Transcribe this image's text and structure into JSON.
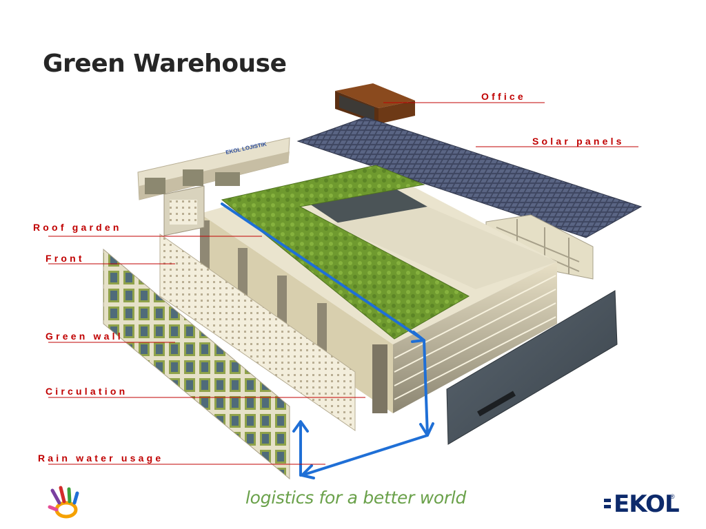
{
  "page": {
    "title": "Green Warehouse"
  },
  "labels": {
    "office": "Office",
    "solar_panels": "Solar panels",
    "roof_garden": "Roof garden",
    "front": "Front",
    "green_wall": "Green wall",
    "circulation": "Circulation",
    "rain_water_usage": "Rain water usage"
  },
  "footer": {
    "tagline": "logistics for a better world",
    "brand": "EKOL",
    "registered": "®"
  },
  "signage": {
    "building_sign": "EKOL LOJISTIK"
  },
  "colors": {
    "label_red": "#c00000",
    "flow_arrow": "#1f6fd6",
    "garden_green": "#6f9a2f",
    "tagline_green": "#6aa14a",
    "brand_navy": "#0d2a6b",
    "title": "#262626"
  }
}
